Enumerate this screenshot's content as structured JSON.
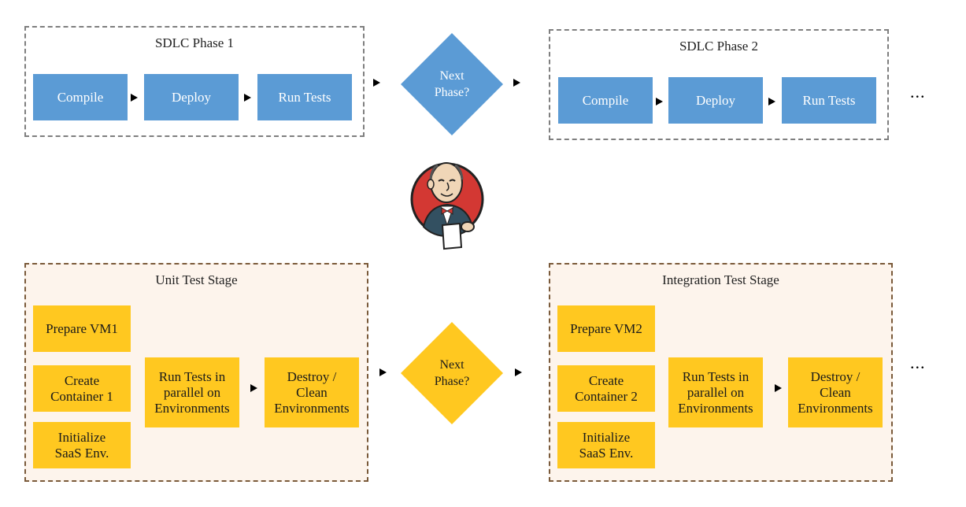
{
  "phases": [
    {
      "title": "SDLC Phase 1",
      "steps": [
        "Compile",
        "Deploy",
        "Run Tests"
      ]
    },
    {
      "title": "SDLC Phase 2",
      "steps": [
        "Compile",
        "Deploy",
        "Run Tests"
      ]
    }
  ],
  "decision_top": "Next\nPhase?",
  "decision_bottom": "Next\nPhase?",
  "ellipsis": "...",
  "stages": [
    {
      "title": "Unit Test Stage",
      "prepare": "Prepare VM1",
      "container": "Create\nContainer 1",
      "initialize": "Initialize\nSaaS Env.",
      "run_tests": "Run Tests in\nparallel on\nEnvironments",
      "destroy": "Destroy /\nClean\nEnvironments"
    },
    {
      "title": "Integration Test Stage",
      "prepare": "Prepare VM2",
      "container": "Create\nContainer 2",
      "initialize": "Initialize\nSaaS Env.",
      "run_tests": "Run Tests in\nparallel on\nEnvironments",
      "destroy": "Destroy /\nClean\nEnvironments"
    }
  ],
  "colors": {
    "blue_step": "#5b9bd5",
    "yellow_step": "#ffc820",
    "stage_bg": "#fdf4ec",
    "phase_border": "#7f7f7f",
    "stage_border": "#7a5a3a"
  },
  "logo": "jenkins-butler-logo"
}
